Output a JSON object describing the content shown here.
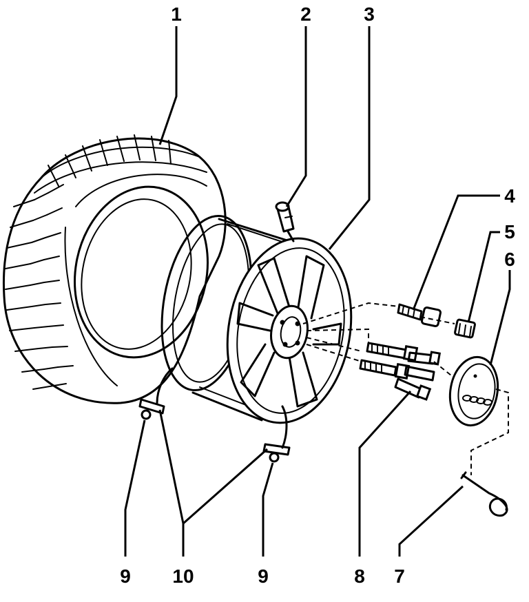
{
  "callouts": {
    "c1": "1",
    "c2": "2",
    "c3": "3",
    "c4": "4",
    "c5": "5",
    "c6": "6",
    "c7": "7",
    "c8": "8",
    "c9a": "9",
    "c9b": "9",
    "c10": "10"
  },
  "parts": [
    {
      "callout": "1",
      "part": "tyre"
    },
    {
      "callout": "2",
      "part": "tyre valve"
    },
    {
      "callout": "3",
      "part": "alloy wheel rim"
    },
    {
      "callout": "4",
      "part": "anti-theft wheel bolt"
    },
    {
      "callout": "5",
      "part": "adapter"
    },
    {
      "callout": "6",
      "part": "hub cap with rings emblem"
    },
    {
      "callout": "7",
      "part": "puller hook"
    },
    {
      "callout": "8",
      "part": "wheel bolt"
    },
    {
      "callout": "9",
      "part": "balance weight"
    },
    {
      "callout": "10",
      "part": "balance weight clip"
    }
  ],
  "colors": {
    "ink": "#000000",
    "paper": "#ffffff"
  }
}
